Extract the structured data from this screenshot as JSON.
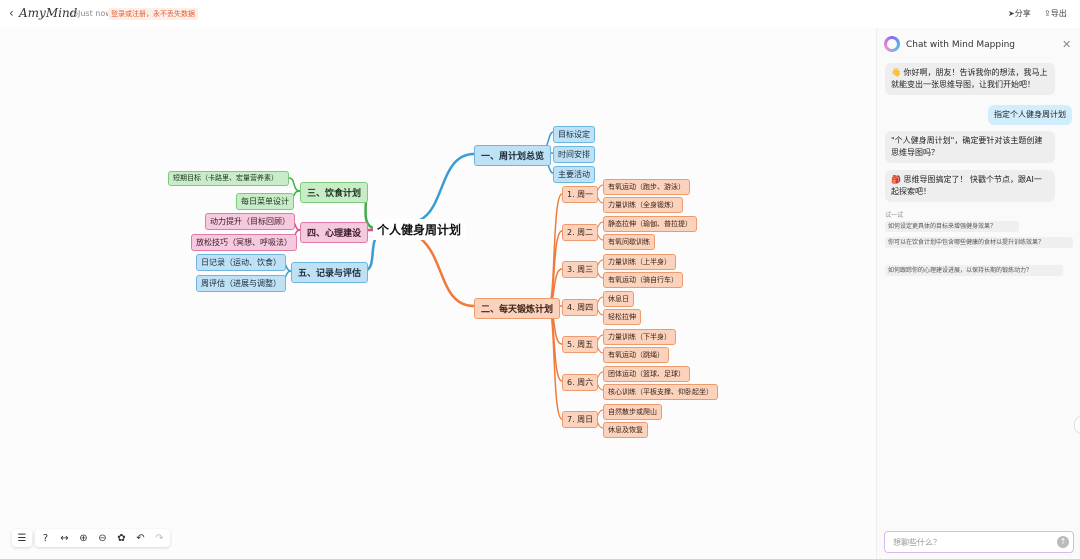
{
  "header": {
    "back_icon": "chevron-left-icon",
    "logo": "AmyMind",
    "saved_status": "Just now",
    "login_warning": "登录或注册，永不丢失数据",
    "share_label": "分享",
    "export_label": "导出"
  },
  "mindmap": {
    "root": "个人健身周计划",
    "branches": {
      "overview": {
        "label": "一、周计划总览",
        "children": [
          "目标设定",
          "时间安排",
          "主要活动"
        ]
      },
      "daily": {
        "label": "二、每天锻炼计划",
        "days": [
          {
            "label": "1. 周一",
            "items": [
              "有氧运动（跑步、游泳）",
              "力量训练（全身锻炼）"
            ]
          },
          {
            "label": "2. 周二",
            "items": [
              "静态拉伸（瑜伽、普拉提）",
              "有氧间歇训练"
            ]
          },
          {
            "label": "3. 周三",
            "items": [
              "力量训练（上半身）",
              "有氧运动（骑自行车）"
            ]
          },
          {
            "label": "4. 周四",
            "items": [
              "休息日",
              "轻松拉伸"
            ]
          },
          {
            "label": "5. 周五",
            "items": [
              "力量训练（下半身）",
              "有氧运动（跳绳）"
            ]
          },
          {
            "label": "6. 周六",
            "items": [
              "团体运动（篮球、足球）",
              "核心训练（平板支撑、仰卧起坐）"
            ]
          },
          {
            "label": "7. 周日",
            "items": [
              "自然散步或爬山",
              "休息及恢复"
            ]
          }
        ]
      },
      "diet": {
        "label": "三、饮食计划",
        "children": [
          "短期目标（卡路里、宏量营养素）",
          "每日菜单设计"
        ]
      },
      "mental": {
        "label": "四、心理建设",
        "children": [
          "动力提升（目标回顾）",
          "放松技巧（冥想、呼吸法）"
        ]
      },
      "record": {
        "label": "五、记录与评估",
        "children": [
          "日记录（运动、饮食）",
          "周评估（进展与调整）"
        ]
      }
    }
  },
  "toolbar": {
    "outline_icon": "outline-list-icon",
    "tools": [
      "help-icon",
      "fit-view-icon",
      "zoom-in-icon",
      "zoom-out-icon",
      "theme-palette-icon",
      "undo-icon",
      "redo-icon"
    ]
  },
  "chat": {
    "title": "Chat with Mind Mapping",
    "messages": [
      {
        "role": "bot",
        "text": "👋 你好啊，朋友！告诉我你的想法，我马上就能变出一张思维导图，让我们开始吧！"
      },
      {
        "role": "user",
        "text": "指定个人健身周计划"
      },
      {
        "role": "bot",
        "text": "\"个人健身周计划\"，确定要针对该主题创建思维导图吗？"
      },
      {
        "role": "bot",
        "text": "🎒 思维导图搞定了！ 快戳个节点，跟AI一起探索吧！"
      }
    ],
    "try_label": "试一试",
    "suggestions": [
      "如何设定更具体的目标来增强健身效果？",
      "你可以在饮食计划中包含哪些健康的食材以提升训练效果？",
      "如何跟踪你的心理建设进展，以保持长期的锻炼动力？"
    ],
    "input_placeholder": "想聊些什么？"
  },
  "colors": {
    "blue": "#3a9bd5",
    "orange": "#ef7a3c",
    "green": "#3fae49",
    "pink": "#d94c8a",
    "accent_warning": "#e65c2f"
  }
}
